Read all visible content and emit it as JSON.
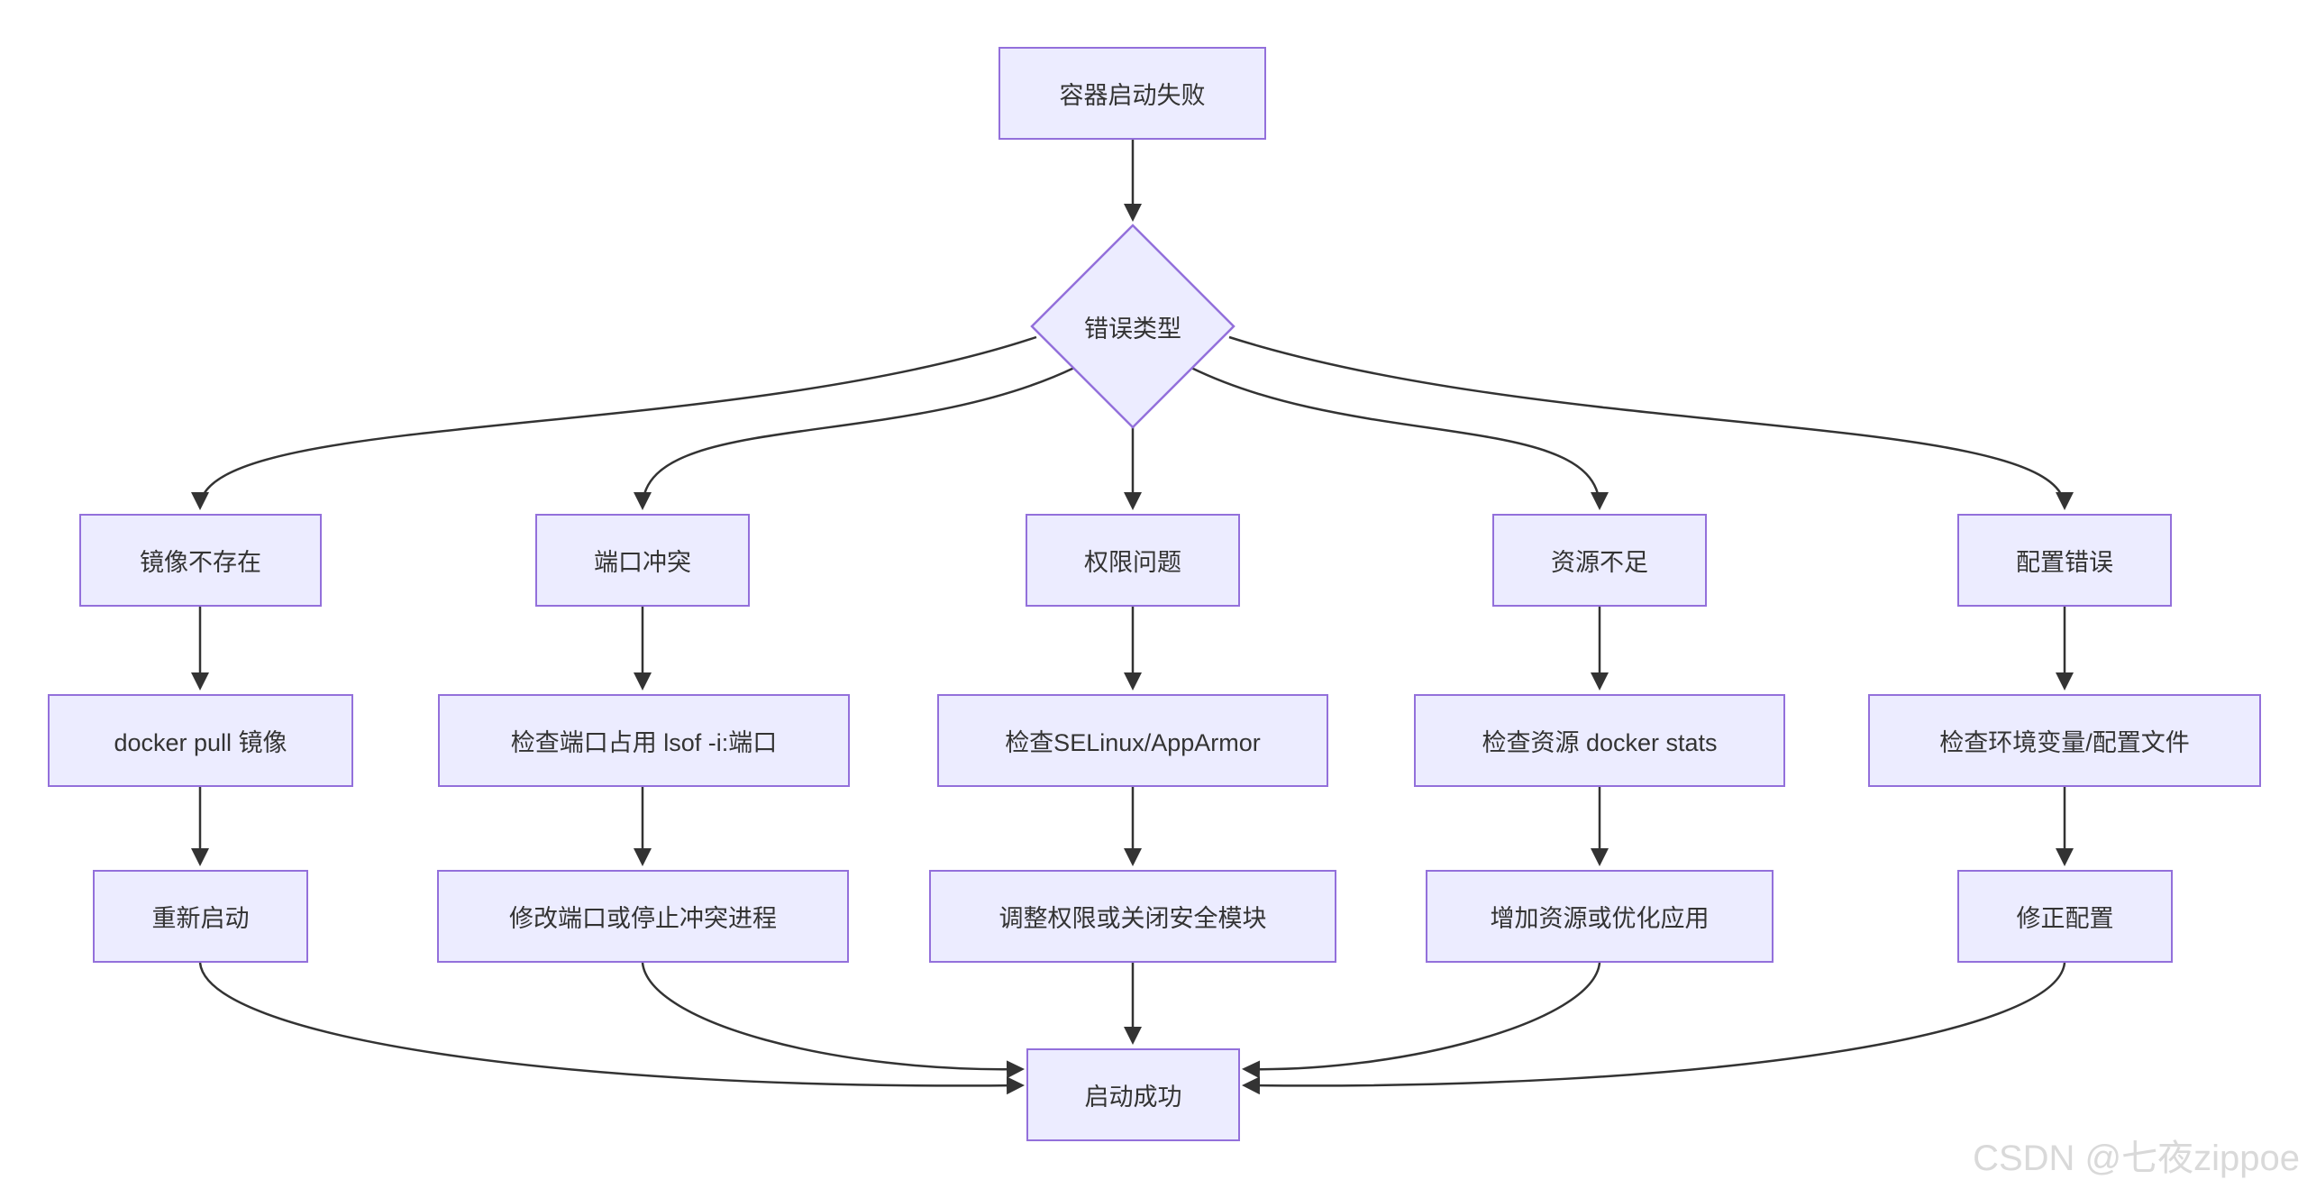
{
  "diagram": {
    "type": "flowchart",
    "colors": {
      "node_fill": "#ECECFF",
      "node_border": "#9370DB",
      "edge_color": "#333333",
      "text_color": "#333333",
      "background": "#ffffff",
      "watermark_color": "#d9d9d9"
    },
    "nodes": {
      "start": "容器启动失败",
      "decision": "错误类型",
      "cause1": "镜像不存在",
      "cause2": "端口冲突",
      "cause3": "权限问题",
      "cause4": "资源不足",
      "cause5": "配置错误",
      "action1": "docker pull 镜像",
      "action2": "检查端口占用 lsof -i:端口",
      "action3": "检查SELinux/AppArmor",
      "action4": "检查资源 docker stats",
      "action5": "检查环境变量/配置文件",
      "fix1": "重新启动",
      "fix2": "修改端口或停止冲突进程",
      "fix3": "调整权限或关闭安全模块",
      "fix4": "增加资源或优化应用",
      "fix5": "修正配置",
      "end": "启动成功"
    },
    "edges": [
      {
        "from": "start",
        "to": "decision"
      },
      {
        "from": "decision",
        "to": "cause1"
      },
      {
        "from": "decision",
        "to": "cause2"
      },
      {
        "from": "decision",
        "to": "cause3"
      },
      {
        "from": "decision",
        "to": "cause4"
      },
      {
        "from": "decision",
        "to": "cause5"
      },
      {
        "from": "cause1",
        "to": "action1"
      },
      {
        "from": "cause2",
        "to": "action2"
      },
      {
        "from": "cause3",
        "to": "action3"
      },
      {
        "from": "cause4",
        "to": "action4"
      },
      {
        "from": "cause5",
        "to": "action5"
      },
      {
        "from": "action1",
        "to": "fix1"
      },
      {
        "from": "action2",
        "to": "fix2"
      },
      {
        "from": "action3",
        "to": "fix3"
      },
      {
        "from": "action4",
        "to": "fix4"
      },
      {
        "from": "action5",
        "to": "fix5"
      },
      {
        "from": "fix1",
        "to": "end"
      },
      {
        "from": "fix2",
        "to": "end"
      },
      {
        "from": "fix3",
        "to": "end"
      },
      {
        "from": "fix4",
        "to": "end"
      },
      {
        "from": "fix5",
        "to": "end"
      }
    ],
    "watermark": "CSDN @七夜zippoe"
  }
}
